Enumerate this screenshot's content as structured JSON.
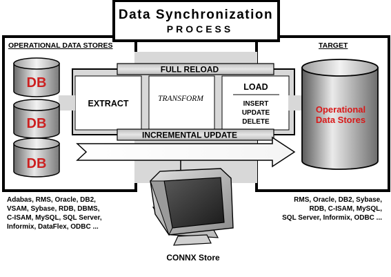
{
  "header": {
    "title": "Data Synchronization",
    "subtitle": "PROCESS"
  },
  "sources": {
    "heading": "OPERATIONAL DATA STORES",
    "databases": [
      "DB",
      "DB",
      "DB"
    ],
    "list_lines": [
      "Adabas, RMS, Oracle, DB2,",
      "VSAM, Sybase, RDB, DBMS,",
      "C-ISAM, MySQL, SQL Server,",
      "Informix, DataFlex, ODBC ..."
    ]
  },
  "target": {
    "heading": "TARGET",
    "store_lines": [
      "Operational",
      "Data Stores"
    ],
    "list_lines": [
      "RMS, Oracle, DB2, Sybase,",
      "RDB, C-ISAM, MySQL,",
      "SQL Server, Informix, ODBC ..."
    ]
  },
  "process": {
    "full_reload": "FULL RELOAD",
    "extract": "EXTRACT",
    "transform": "TRANSFORM",
    "load": "LOAD",
    "load_operations": [
      "INSERT",
      "UPDATE",
      "DELETE"
    ],
    "incremental_update": "INCREMENTAL UPDATE"
  },
  "store": {
    "label": "CONNX Store"
  },
  "colors": {
    "db_text": "#cc2020",
    "target_text": "#d81818",
    "frame": "#000000",
    "panel": "#ffffff",
    "band": "#cfcfcf"
  }
}
